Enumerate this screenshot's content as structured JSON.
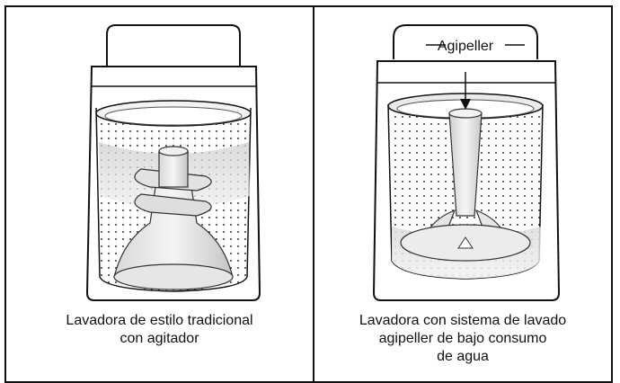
{
  "panels": [
    {
      "id": "traditional",
      "caption_lines": [
        "Lavadora de estilo tradicional",
        "con agitador"
      ],
      "icon": "washer-agitator-illustration"
    },
    {
      "id": "agipeller",
      "callout": "Agipeller",
      "caption_lines": [
        "Lavadora con sistema de lavado",
        "agipeller de bajo consumo",
        "de agua"
      ],
      "icon": "washer-agipeller-illustration"
    }
  ]
}
